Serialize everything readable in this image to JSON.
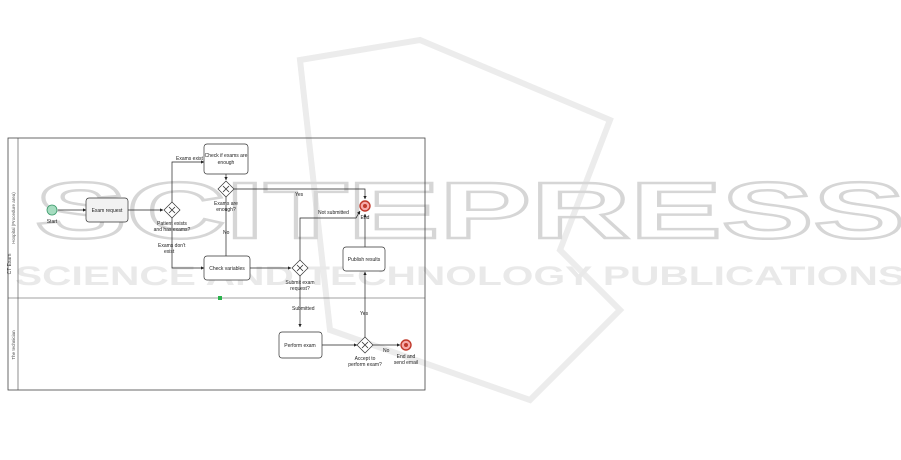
{
  "watermark": {
    "title": "SCITEPRESS",
    "subtitle": "SCIENCE AND TECHNOLOGY PUBLICATIONS"
  },
  "pool": {
    "label": "CT Exam",
    "lanes": [
      "Hospital (Procedure area)",
      "The technician"
    ]
  },
  "events": {
    "start": "Start",
    "end": "End",
    "end_email": [
      "End and",
      "send email"
    ]
  },
  "tasks": {
    "exam_request": "Exam request",
    "check_exams": [
      "Check if exams are",
      "enough"
    ],
    "check_variables": "Check variables",
    "publish_results": "Publish results",
    "perform_exam": "Perform exam"
  },
  "gateways": {
    "patient_exists": [
      "Patient exists",
      "and has exams?"
    ],
    "exams_enough": [
      "Exams are",
      "enough?"
    ],
    "submit_exam": [
      "Submit exam",
      "request?"
    ],
    "accept_exam": [
      "Accept to",
      "perform exam?"
    ]
  },
  "flow_labels": {
    "exams_exist": "Exams exist",
    "exams_dont_exist": [
      "Exams don't",
      "exist"
    ],
    "yes_top": "Yes",
    "no_mid": "No",
    "not_submitted": "Not submitted",
    "submitted": "Submitted",
    "yes_bottom": "Yes",
    "no_bottom": "No"
  }
}
